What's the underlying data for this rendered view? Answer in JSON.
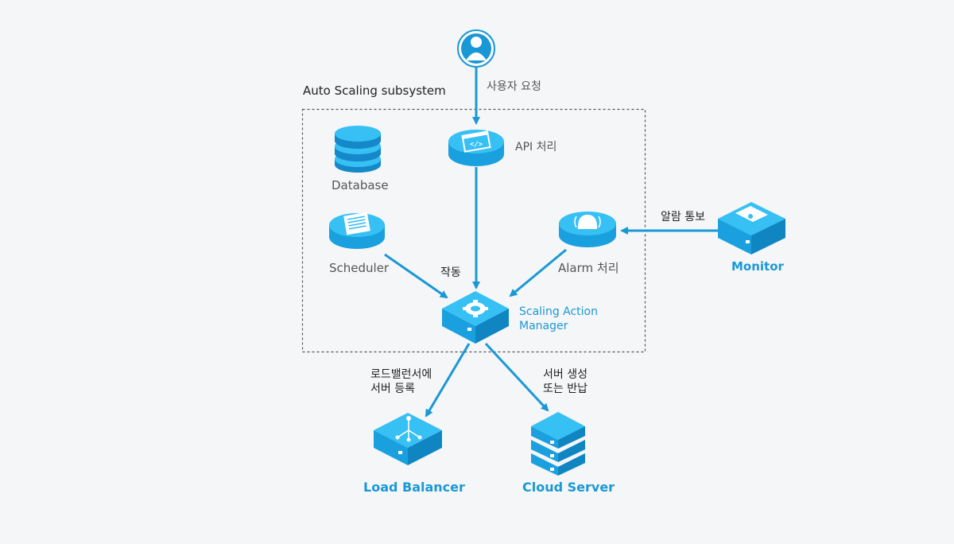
{
  "subsystem": {
    "title": "Auto Scaling subsystem"
  },
  "nodes": {
    "user": {
      "icon": "user-icon"
    },
    "api": {
      "label": "API 처리",
      "icon": "code-icon"
    },
    "database": {
      "label": "Database",
      "icon": "database-icon"
    },
    "scheduler": {
      "label": "Scheduler",
      "icon": "scheduler-icon"
    },
    "alarm": {
      "label": "Alarm 처리",
      "icon": "alarm-icon"
    },
    "monitor": {
      "label": "Monitor",
      "icon": "monitor-icon"
    },
    "sam": {
      "label_line1": "Scaling Action",
      "label_line2": "Manager",
      "icon": "gear-icon"
    },
    "load_balancer": {
      "label": "Load Balancer",
      "icon": "load-balancer-icon"
    },
    "cloud_server": {
      "label": "Cloud Server",
      "icon": "server-stack-icon"
    }
  },
  "edges": {
    "user_request": "사용자 요청",
    "trigger": "작동",
    "alarm_notify": "알람 통보",
    "lb_register_line1": "로드밸런서에",
    "lb_register_line2": "서버 등록",
    "server_line1": "서버 생성",
    "server_line2": "또는 반납"
  },
  "colors": {
    "accent": "#1a98d5",
    "icon_top": "#36c0f4",
    "icon_side": "#1aa0de",
    "icon_dark": "#0f86c2",
    "background": "#f5f6f8"
  }
}
